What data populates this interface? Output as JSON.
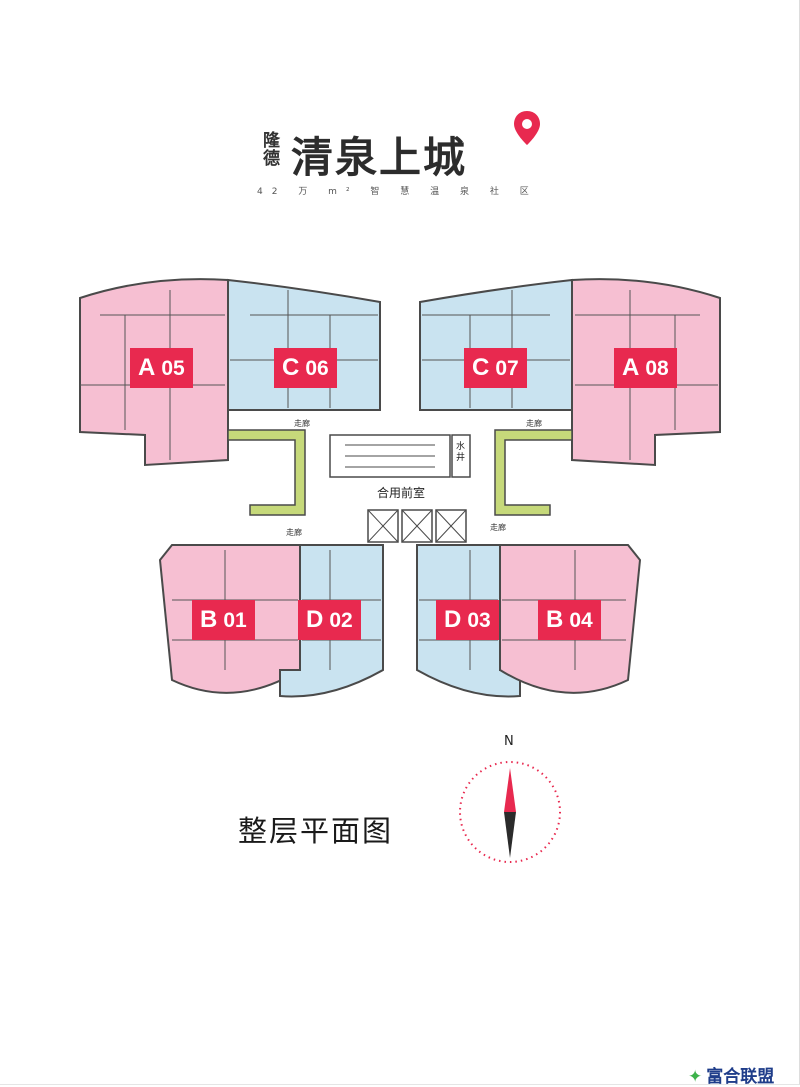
{
  "brand": {
    "small": "隆德",
    "name": "清泉上城",
    "tagline": "42 万 m² 智 慧 温 泉 社 区"
  },
  "units": [
    {
      "code": "A",
      "num": "05"
    },
    {
      "code": "C",
      "num": "06"
    },
    {
      "code": "C",
      "num": "07"
    },
    {
      "code": "A",
      "num": "08"
    },
    {
      "code": "B",
      "num": "01"
    },
    {
      "code": "D",
      "num": "02"
    },
    {
      "code": "D",
      "num": "03"
    },
    {
      "code": "B",
      "num": "04"
    }
  ],
  "labels": {
    "corridor": "走廊",
    "shared_lobby": "合用前室",
    "water_shaft": "水井"
  },
  "page_title": "整层平面图",
  "compass_north": "N",
  "watermark": "富合联盟",
  "colors": {
    "pink_unit": "#f6bfd2",
    "blue_unit": "#c9e3f0",
    "label_red": "#e8294f",
    "corridor_green": "#c6d97a",
    "wall": "#4a4a4a"
  }
}
